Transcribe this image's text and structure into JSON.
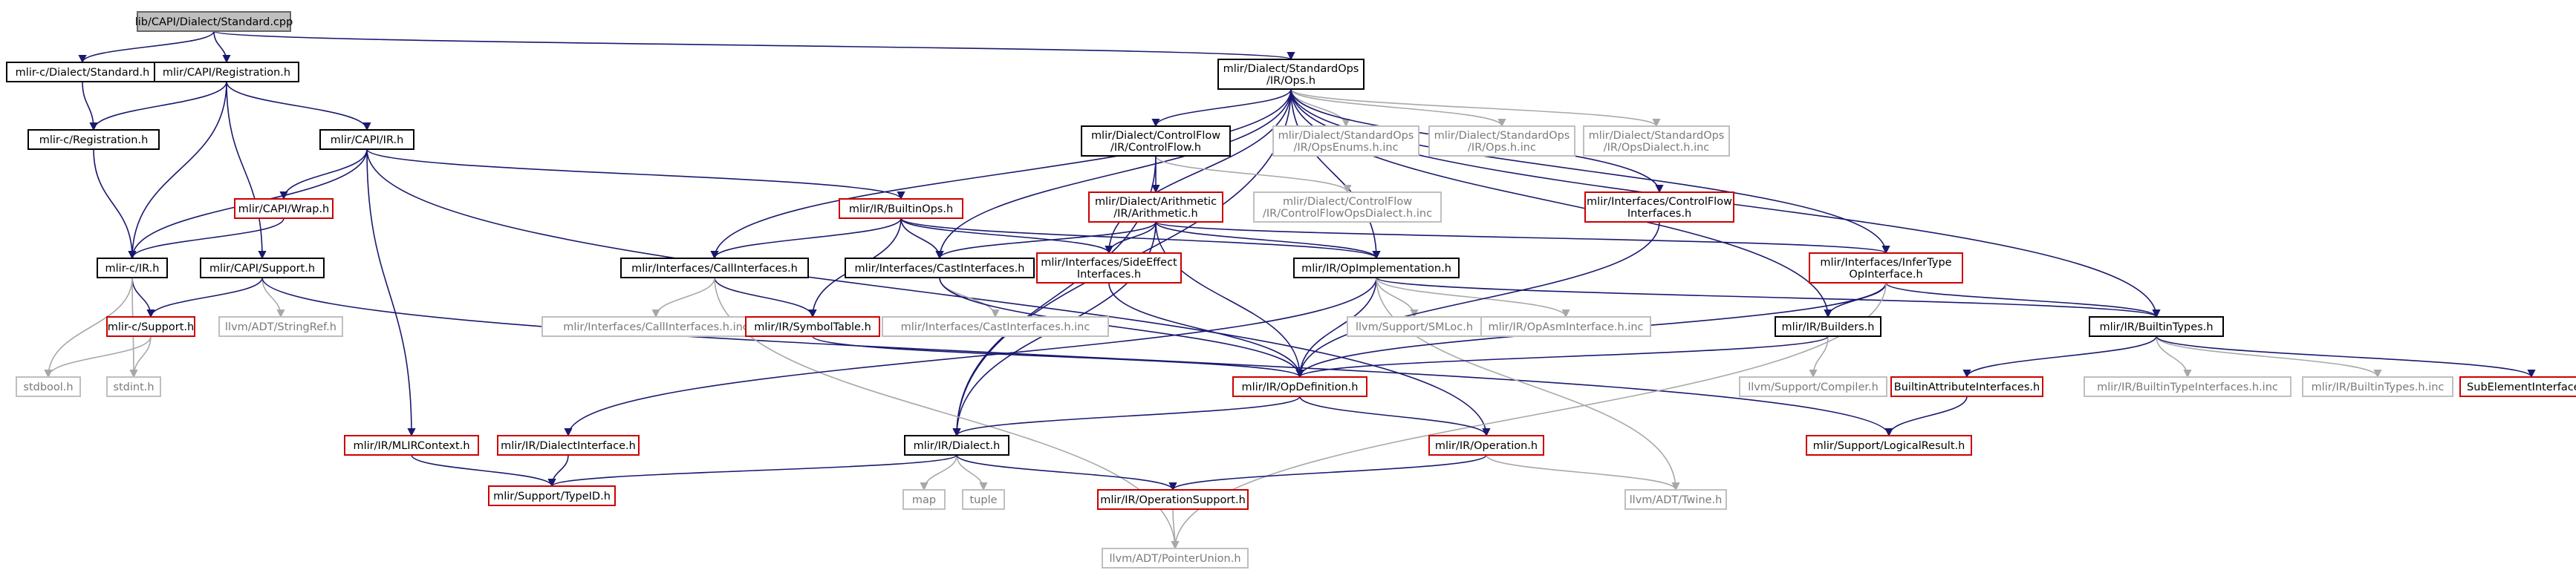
{
  "colors": {
    "edge": "#191970",
    "edge_gray": "#a8a8a8",
    "text": "#000000",
    "text_gray": "#7a7a7a",
    "border_black": "#000000",
    "border_red": "#cc0000",
    "border_gray": "#bfbfbf",
    "root_fill": "#bfbfbf"
  },
  "nodes": {
    "root": {
      "lines": [
        "lib/CAPI/Dialect/Standard.cpp"
      ],
      "style": "root"
    },
    "mlirc_dialect_standard": {
      "lines": [
        "mlir-c/Dialect/Standard.h"
      ],
      "style": "black"
    },
    "mlir_capi_registration": {
      "lines": [
        "mlir/CAPI/Registration.h"
      ],
      "style": "black"
    },
    "mlirc_registration": {
      "lines": [
        "mlir-c/Registration.h"
      ],
      "style": "black"
    },
    "mlir_capi_ir": {
      "lines": [
        "mlir/CAPI/IR.h"
      ],
      "style": "black"
    },
    "mlir_capi_wrap": {
      "lines": [
        "mlir/CAPI/Wrap.h"
      ],
      "style": "red"
    },
    "mlirc_ir": {
      "lines": [
        "mlir-c/IR.h"
      ],
      "style": "black"
    },
    "mlir_capi_support": {
      "lines": [
        "mlir/CAPI/Support.h"
      ],
      "style": "black"
    },
    "mlirc_support": {
      "lines": [
        "mlir-c/Support.h"
      ],
      "style": "red"
    },
    "llvm_stringref": {
      "lines": [
        "llvm/ADT/StringRef.h"
      ],
      "style": "gray"
    },
    "stdbool": {
      "lines": [
        "stdbool.h"
      ],
      "style": "gray"
    },
    "stdint": {
      "lines": [
        "stdint.h"
      ],
      "style": "gray"
    },
    "mlir_ir_mlircontext": {
      "lines": [
        "mlir/IR/MLIRContext.h"
      ],
      "style": "red"
    },
    "mlir_support_typeid": {
      "lines": [
        "mlir/Support/TypeID.h"
      ],
      "style": "red"
    },
    "std_ops": {
      "lines": [
        "mlir/Dialect/StandardOps",
        "/IR/Ops.h"
      ],
      "style": "black"
    },
    "controlflow": {
      "lines": [
        "mlir/Dialect/ControlFlow",
        "/IR/ControlFlow.h"
      ],
      "style": "black"
    },
    "opsenums_inc": {
      "lines": [
        "mlir/Dialect/StandardOps",
        "/IR/OpsEnums.h.inc"
      ],
      "style": "gray"
    },
    "ops_h_inc": {
      "lines": [
        "mlir/Dialect/StandardOps",
        "/IR/Ops.h.inc"
      ],
      "style": "gray"
    },
    "opsdialect_inc": {
      "lines": [
        "mlir/Dialect/StandardOps",
        "/IR/OpsDialect.h.inc"
      ],
      "style": "gray"
    },
    "builtinops": {
      "lines": [
        "mlir/IR/BuiltinOps.h"
      ],
      "style": "red"
    },
    "arithmetic": {
      "lines": [
        "mlir/Dialect/Arithmetic",
        "/IR/Arithmetic.h"
      ],
      "style": "red"
    },
    "cfopsdialect_inc": {
      "lines": [
        "mlir/Dialect/ControlFlow",
        "/IR/ControlFlowOpsDialect.h.inc"
      ],
      "style": "gray"
    },
    "controlflow_interfaces": {
      "lines": [
        "mlir/Interfaces/ControlFlow",
        "Interfaces.h"
      ],
      "style": "red"
    },
    "callinterfaces": {
      "lines": [
        "mlir/Interfaces/CallInterfaces.h"
      ],
      "style": "black"
    },
    "castinterfaces": {
      "lines": [
        "mlir/Interfaces/CastInterfaces.h"
      ],
      "style": "black"
    },
    "sideeffect": {
      "lines": [
        "mlir/Interfaces/SideEffect",
        "Interfaces.h"
      ],
      "style": "red"
    },
    "opimplementation": {
      "lines": [
        "mlir/IR/OpImplementation.h"
      ],
      "style": "black"
    },
    "infertype": {
      "lines": [
        "mlir/Interfaces/InferType",
        "OpInterface.h"
      ],
      "style": "red"
    },
    "callinterfaces_inc": {
      "lines": [
        "mlir/Interfaces/CallInterfaces.h.inc"
      ],
      "style": "gray"
    },
    "symboltable": {
      "lines": [
        "mlir/IR/SymbolTable.h"
      ],
      "style": "red"
    },
    "castinterfaces_inc": {
      "lines": [
        "mlir/Interfaces/CastInterfaces.h.inc"
      ],
      "style": "gray"
    },
    "smloc": {
      "lines": [
        "llvm/Support/SMLoc.h"
      ],
      "style": "gray"
    },
    "opasminterface_inc": {
      "lines": [
        "mlir/IR/OpAsmInterface.h.inc"
      ],
      "style": "gray"
    },
    "builders": {
      "lines": [
        "mlir/IR/Builders.h"
      ],
      "style": "black"
    },
    "builtintypes": {
      "lines": [
        "mlir/IR/BuiltinTypes.h"
      ],
      "style": "black"
    },
    "opdefinition": {
      "lines": [
        "mlir/IR/OpDefinition.h"
      ],
      "style": "red"
    },
    "compiler": {
      "lines": [
        "llvm/Support/Compiler.h"
      ],
      "style": "gray"
    },
    "builtinattrinterfaces": {
      "lines": [
        "BuiltinAttributeInterfaces.h"
      ],
      "style": "red"
    },
    "builtintypeinterfaces_inc": {
      "lines": [
        "mlir/IR/BuiltinTypeInterfaces.h.inc"
      ],
      "style": "gray"
    },
    "builtintypes_inc": {
      "lines": [
        "mlir/IR/BuiltinTypes.h.inc"
      ],
      "style": "gray"
    },
    "subelementinterfaces": {
      "lines": [
        "SubElementInterfaces.h"
      ],
      "style": "red"
    },
    "dialectinterface": {
      "lines": [
        "mlir/IR/DialectInterface.h"
      ],
      "style": "red"
    },
    "dialect": {
      "lines": [
        "mlir/IR/Dialect.h"
      ],
      "style": "black"
    },
    "operation": {
      "lines": [
        "mlir/IR/Operation.h"
      ],
      "style": "red"
    },
    "logicalresult": {
      "lines": [
        "mlir/Support/LogicalResult.h"
      ],
      "style": "red"
    },
    "map": {
      "lines": [
        "map"
      ],
      "style": "gray"
    },
    "tuple": {
      "lines": [
        "tuple"
      ],
      "style": "gray"
    },
    "operationsupport": {
      "lines": [
        "mlir/IR/OperationSupport.h"
      ],
      "style": "red"
    },
    "twine": {
      "lines": [
        "llvm/ADT/Twine.h"
      ],
      "style": "gray"
    },
    "pointerunion": {
      "lines": [
        "llvm/ADT/PointerUnion.h"
      ],
      "style": "gray"
    }
  },
  "edges": [
    {
      "from": "root",
      "to": "mlirc_dialect_standard"
    },
    {
      "from": "root",
      "to": "mlir_capi_registration"
    },
    {
      "from": "root",
      "to": "std_ops"
    },
    {
      "from": "mlirc_dialect_standard",
      "to": "mlirc_registration"
    },
    {
      "from": "mlir_capi_registration",
      "to": "mlirc_registration"
    },
    {
      "from": "mlir_capi_registration",
      "to": "mlir_capi_ir"
    },
    {
      "from": "mlir_capi_registration",
      "to": "mlirc_ir"
    },
    {
      "from": "mlir_capi_registration",
      "to": "mlir_capi_support"
    },
    {
      "from": "mlirc_registration",
      "to": "mlirc_ir"
    },
    {
      "from": "mlir_capi_ir",
      "to": "mlir_capi_wrap"
    },
    {
      "from": "mlir_capi_ir",
      "to": "mlirc_ir"
    },
    {
      "from": "mlir_capi_ir",
      "to": "builtinops"
    },
    {
      "from": "mlir_capi_ir",
      "to": "mlir_ir_mlircontext"
    },
    {
      "from": "mlir_capi_ir",
      "to": "operation"
    },
    {
      "from": "mlir_capi_wrap",
      "to": "mlirc_ir"
    },
    {
      "from": "mlirc_ir",
      "to": "mlirc_support"
    },
    {
      "from": "mlirc_ir",
      "to": "stdbool"
    },
    {
      "from": "mlirc_ir",
      "to": "stdint"
    },
    {
      "from": "mlir_capi_support",
      "to": "mlirc_support"
    },
    {
      "from": "mlir_capi_support",
      "to": "llvm_stringref"
    },
    {
      "from": "mlir_capi_support",
      "to": "logicalresult"
    },
    {
      "from": "mlirc_support",
      "to": "stdbool"
    },
    {
      "from": "mlirc_support",
      "to": "stdint"
    },
    {
      "from": "mlir_ir_mlircontext",
      "to": "mlir_support_typeid"
    },
    {
      "from": "std_ops",
      "to": "controlflow"
    },
    {
      "from": "std_ops",
      "to": "opsenums_inc"
    },
    {
      "from": "std_ops",
      "to": "ops_h_inc"
    },
    {
      "from": "std_ops",
      "to": "opsdialect_inc"
    },
    {
      "from": "std_ops",
      "to": "controlflow_interfaces"
    },
    {
      "from": "std_ops",
      "to": "callinterfaces"
    },
    {
      "from": "std_ops",
      "to": "castinterfaces"
    },
    {
      "from": "std_ops",
      "to": "sideeffect"
    },
    {
      "from": "std_ops",
      "to": "opimplementation"
    },
    {
      "from": "std_ops",
      "to": "infertype"
    },
    {
      "from": "std_ops",
      "to": "builders"
    },
    {
      "from": "std_ops",
      "to": "builtintypes"
    },
    {
      "from": "std_ops",
      "to": "dialect"
    },
    {
      "from": "controlflow",
      "to": "arithmetic"
    },
    {
      "from": "controlflow",
      "to": "cfopsdialect_inc"
    },
    {
      "from": "controlflow",
      "to": "dialect"
    },
    {
      "from": "arithmetic",
      "to": "castinterfaces"
    },
    {
      "from": "arithmetic",
      "to": "sideeffect"
    },
    {
      "from": "arithmetic",
      "to": "opimplementation"
    },
    {
      "from": "arithmetic",
      "to": "infertype"
    },
    {
      "from": "arithmetic",
      "to": "opdefinition"
    },
    {
      "from": "arithmetic",
      "to": "dialect"
    },
    {
      "from": "builtinops",
      "to": "callinterfaces"
    },
    {
      "from": "builtinops",
      "to": "castinterfaces"
    },
    {
      "from": "builtinops",
      "to": "symboltable"
    },
    {
      "from": "builtinops",
      "to": "sideeffect"
    },
    {
      "from": "builtinops",
      "to": "opimplementation"
    },
    {
      "from": "callinterfaces",
      "to": "symboltable"
    },
    {
      "from": "callinterfaces",
      "to": "callinterfaces_inc"
    },
    {
      "from": "callinterfaces",
      "to": "pointerunion"
    },
    {
      "from": "castinterfaces",
      "to": "castinterfaces_inc"
    },
    {
      "from": "castinterfaces",
      "to": "opdefinition"
    },
    {
      "from": "sideeffect",
      "to": "opdefinition"
    },
    {
      "from": "symboltable",
      "to": "opdefinition"
    },
    {
      "from": "opimplementation",
      "to": "opdefinition"
    },
    {
      "from": "opimplementation",
      "to": "smloc"
    },
    {
      "from": "opimplementation",
      "to": "opasminterface_inc"
    },
    {
      "from": "opimplementation",
      "to": "builtintypes"
    },
    {
      "from": "opimplementation",
      "to": "dialectinterface"
    },
    {
      "from": "opimplementation",
      "to": "twine"
    },
    {
      "from": "controlflow_interfaces",
      "to": "opdefinition"
    },
    {
      "from": "infertype",
      "to": "builders"
    },
    {
      "from": "infertype",
      "to": "builtintypes"
    },
    {
      "from": "infertype",
      "to": "opdefinition"
    },
    {
      "from": "infertype",
      "to": "pointerunion"
    },
    {
      "from": "builders",
      "to": "opdefinition"
    },
    {
      "from": "builders",
      "to": "compiler"
    },
    {
      "from": "builtintypes",
      "to": "builtinattrinterfaces"
    },
    {
      "from": "builtintypes",
      "to": "builtintypeinterfaces_inc"
    },
    {
      "from": "builtintypes",
      "to": "builtintypes_inc"
    },
    {
      "from": "builtintypes",
      "to": "subelementinterfaces"
    },
    {
      "from": "builtinattrinterfaces",
      "to": "logicalresult"
    },
    {
      "from": "opdefinition",
      "to": "dialect"
    },
    {
      "from": "opdefinition",
      "to": "operation"
    },
    {
      "from": "dialectinterface",
      "to": "mlir_support_typeid"
    },
    {
      "from": "dialect",
      "to": "map"
    },
    {
      "from": "dialect",
      "to": "tuple"
    },
    {
      "from": "dialect",
      "to": "mlir_support_typeid"
    },
    {
      "from": "dialect",
      "to": "operationsupport"
    },
    {
      "from": "operation",
      "to": "operationsupport"
    },
    {
      "from": "operation",
      "to": "twine"
    },
    {
      "from": "operationsupport",
      "to": "pointerunion"
    }
  ]
}
